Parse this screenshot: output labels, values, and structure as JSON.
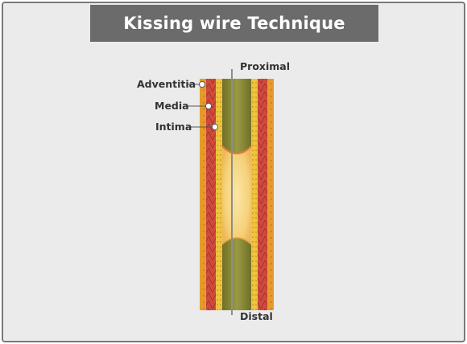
{
  "title": "Kissing wire Technique",
  "labels": {
    "proximal": "Proximal",
    "distal": "Distal",
    "adventitia": "Adventitia",
    "media": "Media",
    "intima": "Intima"
  },
  "colors": {
    "title_bg": "#6b6b6b",
    "background": "#ebebeb",
    "adventitia": "#e59a2a",
    "media": "#cf4a3c",
    "intima": "#f0c43e",
    "lumen": "#8a8a36",
    "plaque": "#f6d98a",
    "wire": "#8d8d8d"
  }
}
